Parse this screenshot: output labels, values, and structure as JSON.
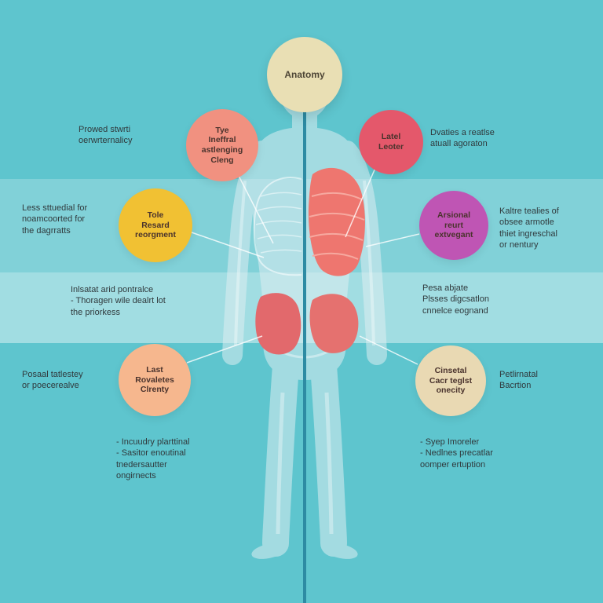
{
  "palette": {
    "background": "#5ec5ce",
    "band_upper": "rgba(255,255,255,0.22)",
    "band_lower": "rgba(255,255,255,0.42)",
    "center_line": "#2d8ba3",
    "body": "#ddeef2"
  },
  "title_circle": {
    "label": "Anatomy",
    "color": "#e9dfb4"
  },
  "organs": {
    "right_lung": "#ee766f",
    "pelvis_left": "#e2696c",
    "pelvis_right": "#e5716f"
  },
  "callouts": [
    {
      "name": "callout-upper-left",
      "label": "Tye\nIneffral\nastlenging\nCleng",
      "color": "#f19180"
    },
    {
      "name": "callout-upper-right",
      "label": "Latel\nLeoter",
      "color": "#e4586b"
    },
    {
      "name": "callout-mid-left",
      "label": "Tole\nResard\nreorgment",
      "color": "#f1c133"
    },
    {
      "name": "callout-mid-right",
      "label": "Arsional\nreurt\nextvegant",
      "color": "#bf55b4"
    },
    {
      "name": "callout-lower-left",
      "label": "Last\nRovaletes\nClrenty",
      "color": "#f6b78e"
    },
    {
      "name": "callout-lower-right",
      "label": "Cinsetal\nCacr teglst\nonecity",
      "color": "#e9d9b3"
    }
  ],
  "notes": [
    {
      "name": "note-top-left",
      "text": "Prowed stwrti\noerwrternalicy"
    },
    {
      "name": "note-top-right",
      "text": "Dvaties a reatlse\natuall agoraton"
    },
    {
      "name": "note-mid-left",
      "text": "Less sttuedial for\nnoamcoorted for\nthe dagrratts"
    },
    {
      "name": "note-mid-right",
      "text": "Kaltre tealies of\nobsee armotle\nthiet ingreschal\nor nentury"
    },
    {
      "name": "note-band-left",
      "text": "Inlsatat arid pontralce\n- Thoragen wile dealrt lot\n  the priorkess"
    },
    {
      "name": "note-band-right",
      "text": "Pesa abjate\nPlsses digcsatlon\ncnnelce eognand"
    },
    {
      "name": "note-lower-left",
      "text": "Posaal tatlestey\nor poecerealve"
    },
    {
      "name": "note-lower-right",
      "text": "Petlirnatal\nBacrtion"
    },
    {
      "name": "note-bottom-left",
      "text": "- Incuudry plarttinal\n- Sasitor enoutinal\n  tnedersautter\n  ongirnects"
    },
    {
      "name": "note-bottom-right",
      "text": "- Syep Imoreler\n- Nedlnes precatlar\n  oomper ertuption"
    }
  ]
}
